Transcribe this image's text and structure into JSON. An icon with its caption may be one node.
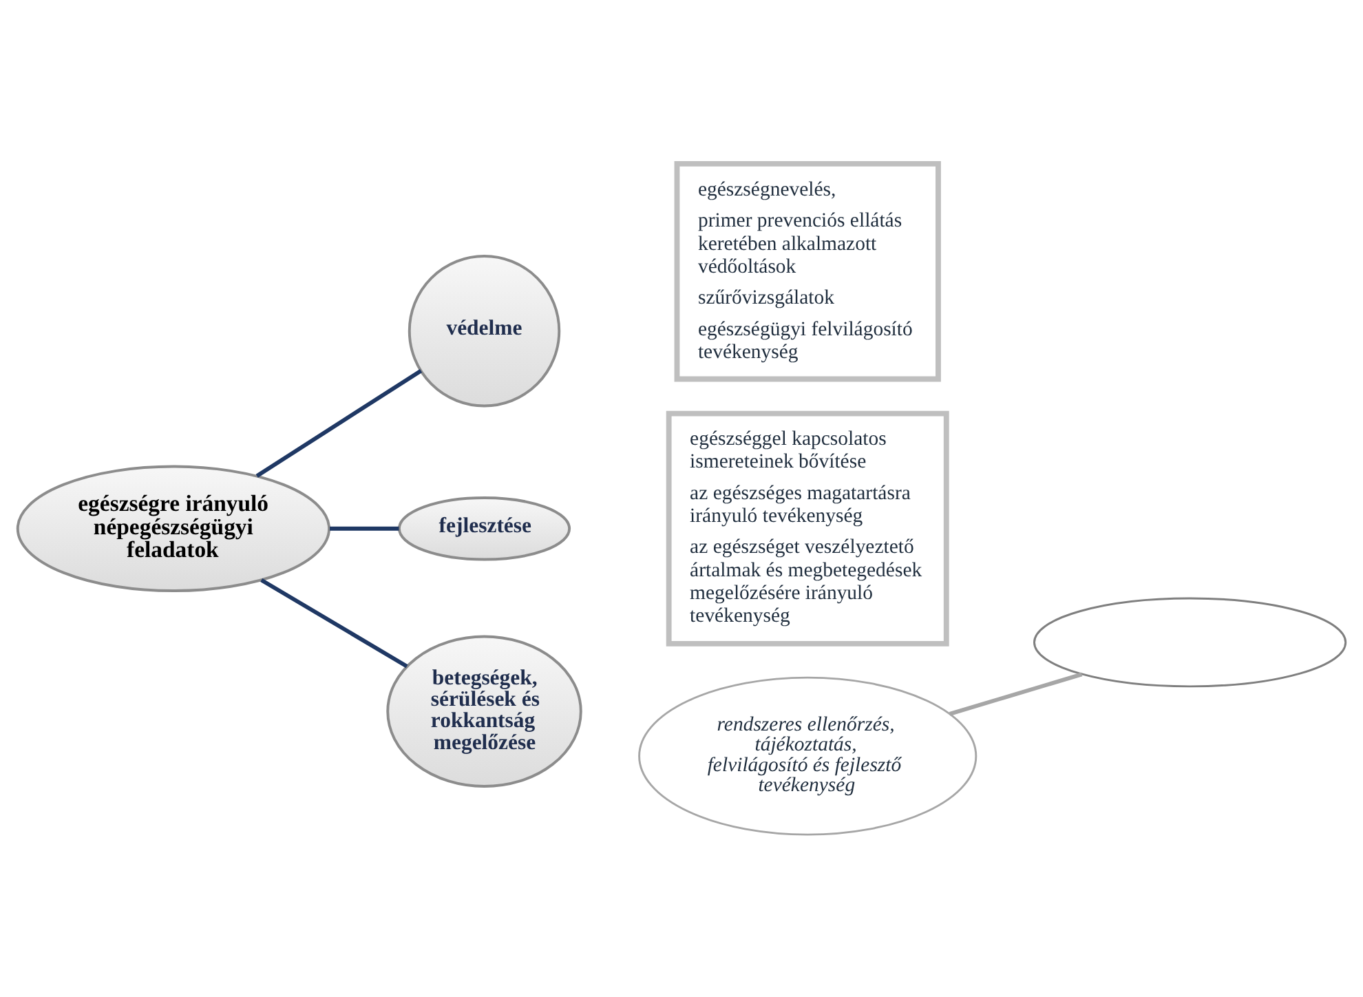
{
  "diagram": {
    "nodes": [
      {
        "text": [
          "egészségre irányuló népegészségügyi feladatok"
        ]
      },
      {
        "text": [
          "védelme"
        ]
      },
      {
        "text": [
          "egészségnevelés,",
          "primer prevenciós ellátás keretében alkalmazott védőoltások",
          "szűrővizsgálatok",
          "egészségügyi felvilágosító tevékenység"
        ]
      },
      {
        "text": [
          "fejlesztése"
        ]
      },
      {
        "text": [
          "egészséggel kapcsolatos ismereteinek bővítése",
          "az egészséges magatartásra irányuló tevékenység",
          "az egészséget veszélyeztető ártalmak és megbetegedések megelőzésére irányuló tevékenység"
        ]
      },
      {
        "text": [],
        "shape": "ellipse"
      },
      {
        "text": [
          "betegségek, sérülések és rokkantság megelőzése"
        ]
      },
      {
        "text": [
          "rendszeres ellenőrzés, tájékoztatás, felvilágosító és fejlesztő tevékenység"
        ]
      }
    ],
    "edges": [
      {
        "from": 0,
        "to": 1,
        "arrow": "none"
      },
      {
        "from": 0,
        "to": 3,
        "arrow": "none"
      },
      {
        "from": 0,
        "to": 6,
        "arrow": "none"
      },
      {
        "from": 7,
        "to": 5,
        "arrow": "none",
        "color": "#a6a6a6"
      }
    ]
  }
}
